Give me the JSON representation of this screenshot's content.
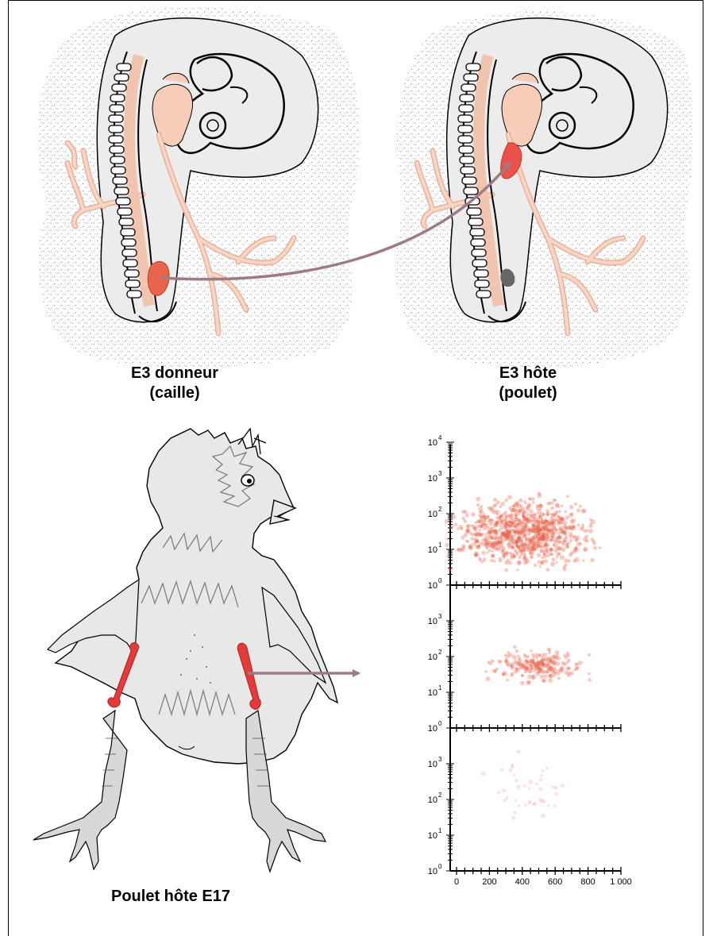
{
  "labels": {
    "donor_line1": "E3 donneur",
    "donor_line2": "(caille)",
    "host_line1": "E3 hôte",
    "host_line2": "(poulet)",
    "chick": "Poulet hôte E17"
  },
  "icons": {
    "donor_embryo": "quail-embryo-drawing",
    "host_embryo": "chick-embryo-drawing",
    "chick": "chick-drawing"
  },
  "colors": {
    "graft_red": "#e8654d",
    "nerve_pink": "#f2c2ac",
    "arrow": "#9d7b84",
    "bone": "#e43a3a"
  },
  "chart_data": {
    "type": "scatter",
    "panels": [
      {
        "y_tick_labels": [
          "10",
          "10",
          "10",
          "10",
          "10"
        ],
        "y_tick_exponents": [
          "0",
          "1",
          "2",
          "3",
          "4"
        ],
        "cloud": {
          "x": [
            100,
            700
          ],
          "y": [
            6,
            140
          ],
          "density": "high"
        }
      },
      {
        "y_tick_labels": [
          "10",
          "10",
          "10",
          "10"
        ],
        "y_tick_exponents": [
          "0",
          "1",
          "2",
          "3"
        ],
        "cloud": {
          "x": [
            280,
            720
          ],
          "y": [
            25,
            120
          ],
          "density": "medium"
        }
      },
      {
        "y_tick_labels": [
          "10",
          "10",
          "10",
          "10"
        ],
        "y_tick_exponents": [
          "0",
          "1",
          "2",
          "3"
        ],
        "cloud": {
          "x": [
            280,
            660
          ],
          "y": [
            30,
            1000
          ],
          "density": "low"
        }
      }
    ],
    "x_ticks": [
      "0",
      "200",
      "400",
      "600",
      "800",
      "1 000"
    ],
    "xlim": [
      0,
      1000
    ],
    "yscale": "log"
  }
}
